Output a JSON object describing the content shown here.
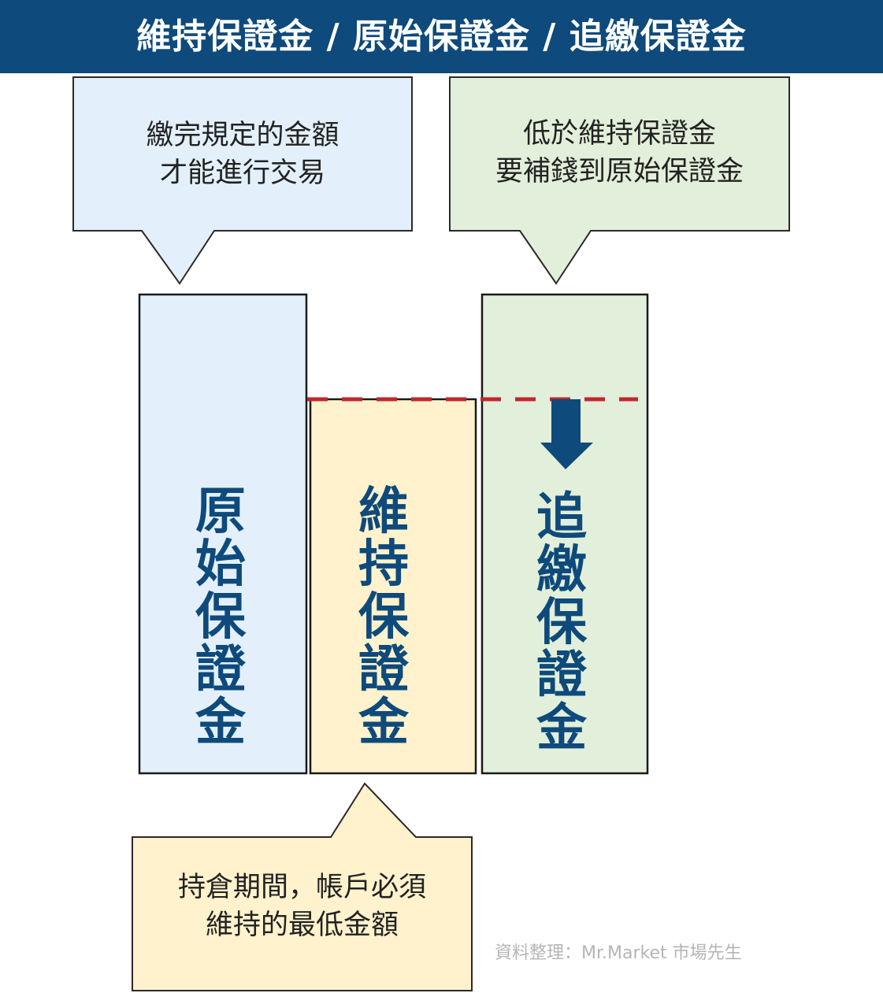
{
  "title": "維持保證金 / 原始保證金 / 追繳保證金",
  "callouts": {
    "initial": {
      "line1": "繳完規定的金額",
      "line2": "才能進行交易"
    },
    "margin_call": {
      "line1": "低於維持保證金",
      "line2": "要補錢到原始保證金"
    },
    "maintenance": {
      "line1": "持倉期間，帳戶必須",
      "line2": "維持的最低金額"
    }
  },
  "bars": {
    "initial": "原\n始\n保\n證\n金",
    "maintenance": "維\n持\n保\n證\n金",
    "margin_call": "追\n繳\n保\n證\n金"
  },
  "credit": "資料整理：Mr.Market 市場先生",
  "colors": {
    "header": "#0e4a7b",
    "blue_fill": "#e3f0fb",
    "yellow_fill": "#fff2cc",
    "green_fill": "#e2efda",
    "dash": "#c0272d",
    "arrow": "#0e4a7b"
  }
}
